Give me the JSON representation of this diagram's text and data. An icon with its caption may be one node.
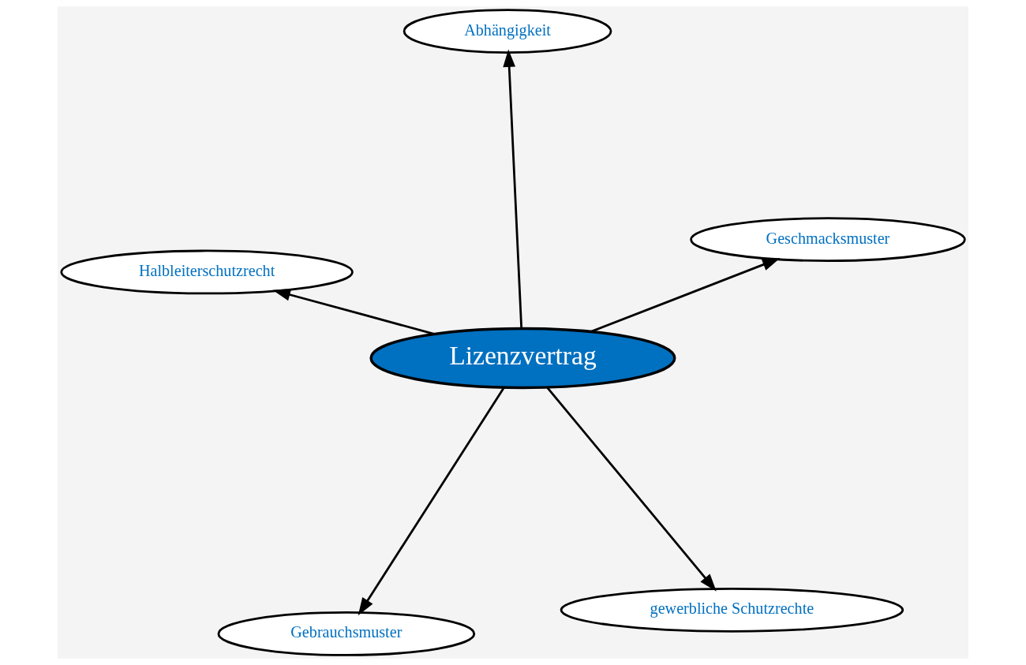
{
  "diagram": {
    "nodes": [
      {
        "text": [
          "Lizenzvertrag"
        ]
      },
      {
        "text": [
          "gewerbliche Schutzrechte"
        ]
      },
      {
        "text": [
          "Gebrauchsmuster"
        ]
      },
      {
        "text": [
          "Halbleiterschutzrecht"
        ]
      },
      {
        "text": [
          "Geschmacksmuster"
        ]
      },
      {
        "text": [
          "Abhängigkeit"
        ]
      }
    ],
    "edges": [
      {
        "from": 0,
        "to": 1,
        "arrow": "to"
      },
      {
        "from": 0,
        "to": 2,
        "arrow": "to"
      },
      {
        "from": 0,
        "to": 3,
        "arrow": "to"
      },
      {
        "from": 0,
        "to": 4,
        "arrow": "to"
      },
      {
        "from": 0,
        "to": 5,
        "arrow": "to"
      }
    ]
  }
}
